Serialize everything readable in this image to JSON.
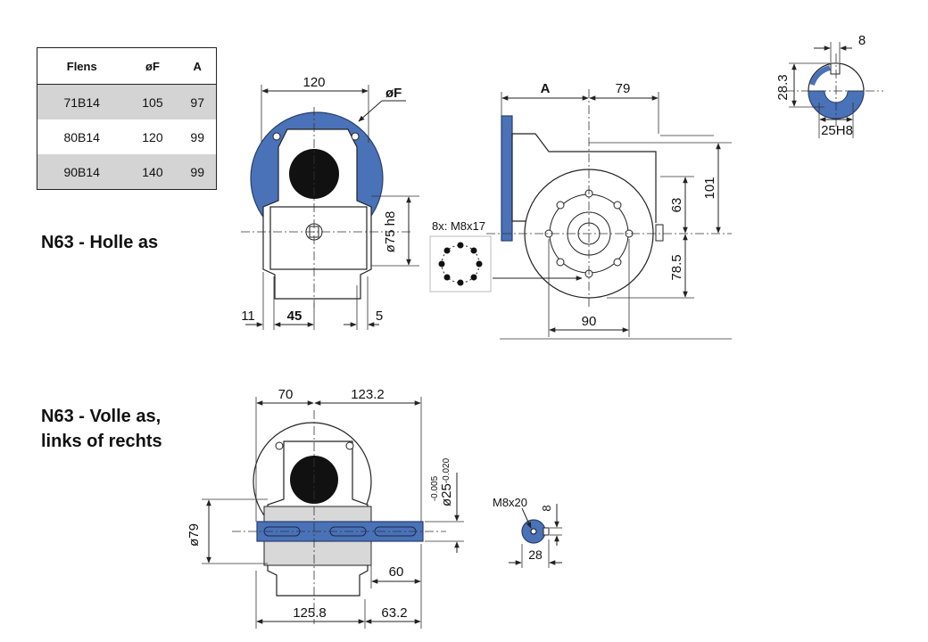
{
  "table": {
    "headers": [
      "Flens",
      "øF",
      "A"
    ],
    "rows": [
      [
        "71B14",
        "105",
        "97"
      ],
      [
        "80B14",
        "120",
        "99"
      ],
      [
        "90B14",
        "140",
        "99"
      ]
    ]
  },
  "titles": {
    "hollow": "N63 - Holle as",
    "solid_line1": "N63 - Volle as,",
    "solid_line2": "links of rechts"
  },
  "hollow_front": {
    "width": "120",
    "flange_dia": "øF",
    "bore": "ø75 h8",
    "left_offset": "11",
    "center": "45",
    "right_offset": "5"
  },
  "hollow_side": {
    "flange_A": "A",
    "dist_79": "79",
    "height_101": "101",
    "height_63": "63",
    "height_78_5": "78.5",
    "width_90": "90",
    "bolt_label": "8x: M8x17"
  },
  "keyway": {
    "key_width": "8",
    "height": "28.3",
    "bore": "25H8"
  },
  "solid_front": {
    "left": "70",
    "right": "123.2",
    "shaft_dia": "ø25",
    "tol_upper": "-0.005",
    "tol_lower": "-0.020",
    "flange_dia": "ø79",
    "shaft_len": "60",
    "bottom_left": "125.8",
    "bottom_right": "63.2"
  },
  "shaft_end": {
    "thread": "M8x20",
    "key": "8",
    "dia": "28"
  },
  "colors": {
    "accent_blue": "#4a72b8",
    "table_shade": "#d4d4d4"
  }
}
